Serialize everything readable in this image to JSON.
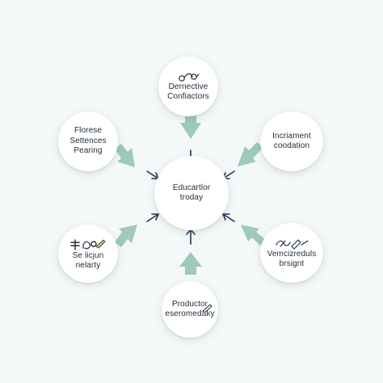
{
  "diagram": {
    "center": {
      "label": "Educartlor\ntroday"
    },
    "nodes": {
      "top": {
        "label": "Dernective\nConfiactors",
        "icon": "link-chain-icon"
      },
      "left": {
        "label": "Florese\nSettences\nPearing"
      },
      "right": {
        "label": "Incriament\ncoodation"
      },
      "bottom_left": {
        "label": "Se licjun\nnelarty",
        "icon": "scale-and-key-icon"
      },
      "bottom_right": {
        "label": "Vemcizreduls\nbrsignt",
        "icon": "sketch-pen-icon"
      },
      "bottom": {
        "label": "Productor\neseromedaky",
        "icon": "pencil-icon"
      }
    },
    "colors": {
      "arrow_fill": "#9fc9b9",
      "chevron": "#1e3550",
      "node_fill": "#ffffff",
      "background": "#f4f8f8",
      "text": "#1f2a36"
    }
  }
}
